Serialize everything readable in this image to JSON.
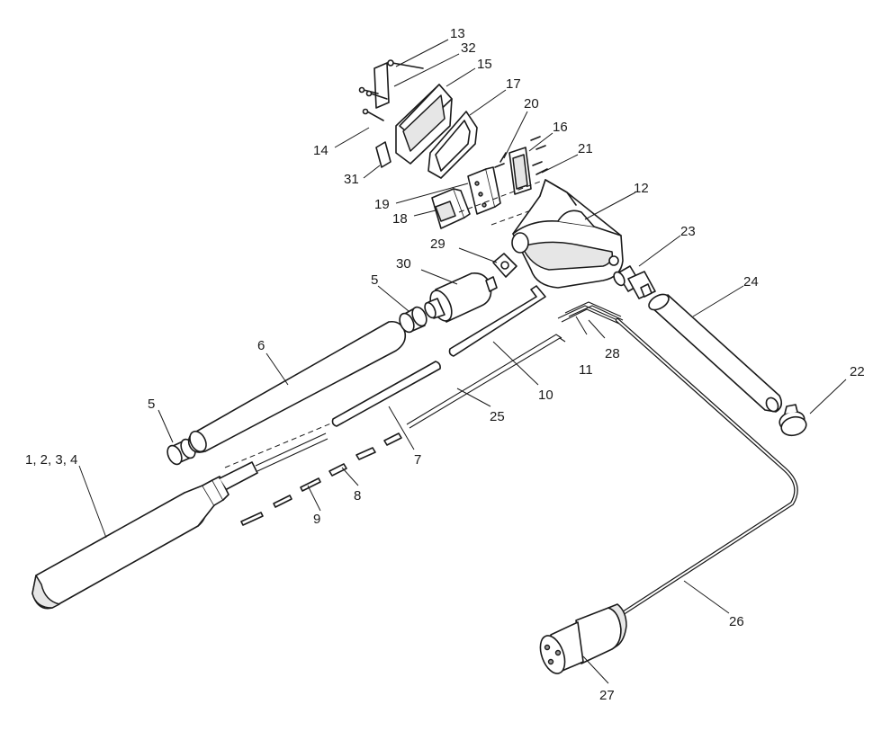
{
  "labels": {
    "l1234": "1, 2, 3, 4",
    "l5a": "5",
    "l5b": "5",
    "l6": "6",
    "l7": "7",
    "l8": "8",
    "l9": "9",
    "l10": "10",
    "l11": "11",
    "l12": "12",
    "l13": "13",
    "l14": "14",
    "l15": "15",
    "l16": "16",
    "l17": "17",
    "l18": "18",
    "l19": "19",
    "l20": "20",
    "l21": "21",
    "l22": "22",
    "l23": "23",
    "l24": "24",
    "l25": "25",
    "l26": "26",
    "l27": "27",
    "l28": "28",
    "l29": "29",
    "l30": "30",
    "l31": "31",
    "l32": "32"
  }
}
